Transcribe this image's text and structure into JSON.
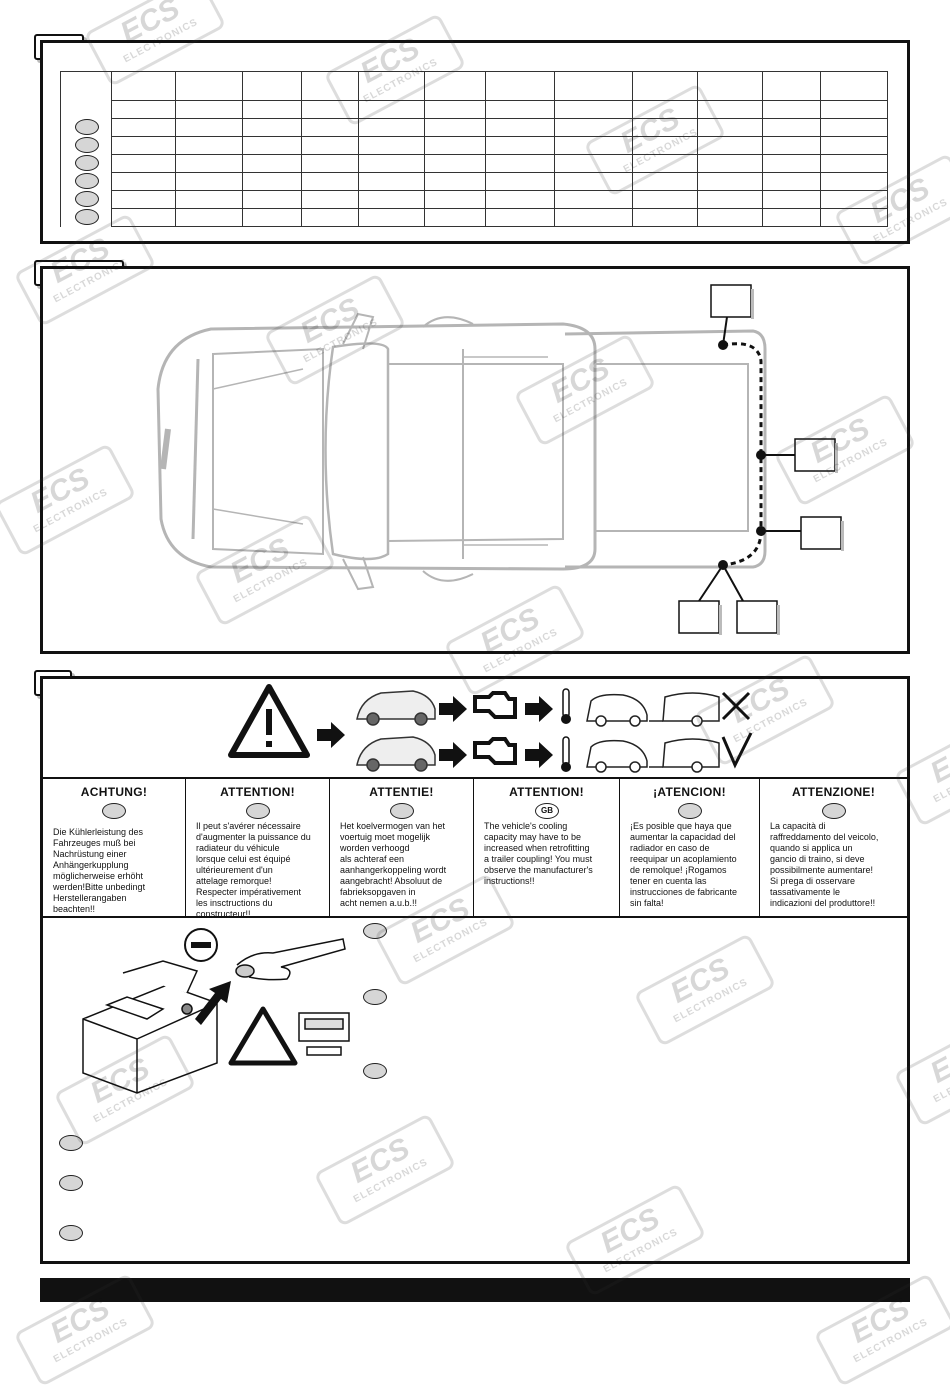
{
  "brand": {
    "watermark_logo": "ECS",
    "watermark_sub": "ELECTRONICS"
  },
  "table": {
    "row_count": 6,
    "column_count": 12
  },
  "warnings": [
    {
      "title": "ACHTUNG!",
      "flag": "",
      "text": "Die Kühlerleistung des\nFahrzeuges muß bei\nNachrüstung einer\nAnhängerkupplung\nmöglicherweise erhöht\nwerden!Bitte unbedingt\nHerstellerangaben\nbeachten!!"
    },
    {
      "title": "ATTENTION!",
      "flag": "",
      "text": "Il peut s'avérer nécessaire\nd'augmenter la puissance du\nradiateur du véhicule\nlorsque celui est équipé\nultérieurement d'un\nattelage remorque!\nRespecter impérativement\nles insctructions du\nconstructeur!!"
    },
    {
      "title": "ATTENTIE!",
      "flag": "",
      "text": "Het koelvermogen van het\nvoertuig moet mogelijk\nworden verhoogd\nals achteraf een\naanhangerkoppeling wordt\naangebracht! Absoluut de\nfabrieksopgaven in\nacht nemen a.u.b.!!"
    },
    {
      "title": "ATTENTION!",
      "flag": "GB",
      "text": "The vehicle's cooling\ncapacity may have to be\nincreased when retrofitting\na trailer coupling! You must\nobserve the manufacturer's\ninstructions!!"
    },
    {
      "title": "¡ATENCION!",
      "flag": "",
      "text": "¡Es posible que haya que\naumentar la capacidad del\nradiador en caso de\nreequipar un acoplamiento\nde remolque! ¡Rogamos\ntener en cuenta las\ninstrucciones de fabricante\nsin falta!"
    },
    {
      "title": "ATTENZIONE!",
      "flag": "",
      "text": "La capacità di\nraffreddamento del veicolo,\nquando si applica un\ngancio di traino, si deve\npossibilmente aumentare!\nSi prega di osservare\ntassativamente le\nindicazioni del produttore!!"
    }
  ],
  "icons": {
    "hazard": "warning-triangle-icon",
    "arrow": "right-arrow-icon",
    "engine": "engine-check-icon",
    "thermo": "thermometer-icon",
    "reject": "x-mark-icon",
    "accept": "check-mark-icon",
    "minus": "minus-terminal-icon"
  },
  "colors": {
    "ink": "#111111",
    "oval_fill": "#d6d6d6",
    "car_outline": "#b5b5b5"
  }
}
